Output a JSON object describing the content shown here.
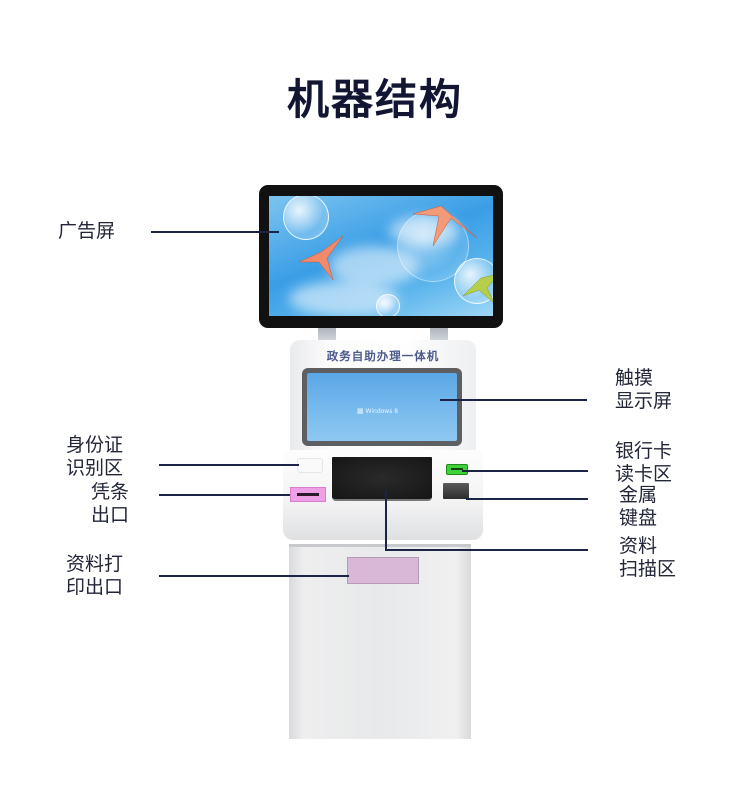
{
  "title": "机器结构",
  "kiosk": {
    "brand_text": "政务自助办理一体机",
    "touch_screen_os_text": "Windows 8",
    "colors": {
      "receipt_slot": "#ee9fe5",
      "card_reader": "#3fd13a",
      "print_outlet": "#d8b8d6",
      "body": "#f4f4f5",
      "label_line": "#1b2347"
    }
  },
  "labels": {
    "ad_screen": "广告屏",
    "id_reader": [
      "身份证",
      "识别区"
    ],
    "receipt_outlet": [
      "凭条",
      "出口"
    ],
    "document_print_outlet": [
      "资料打",
      "印出口"
    ],
    "touch_screen": [
      "触摸",
      "显示屏"
    ],
    "bank_card_reader": [
      "银行卡",
      "读卡区"
    ],
    "metal_keypad": [
      "金属",
      "键盘"
    ],
    "document_scan_area": [
      "资料",
      "扫描区"
    ]
  }
}
